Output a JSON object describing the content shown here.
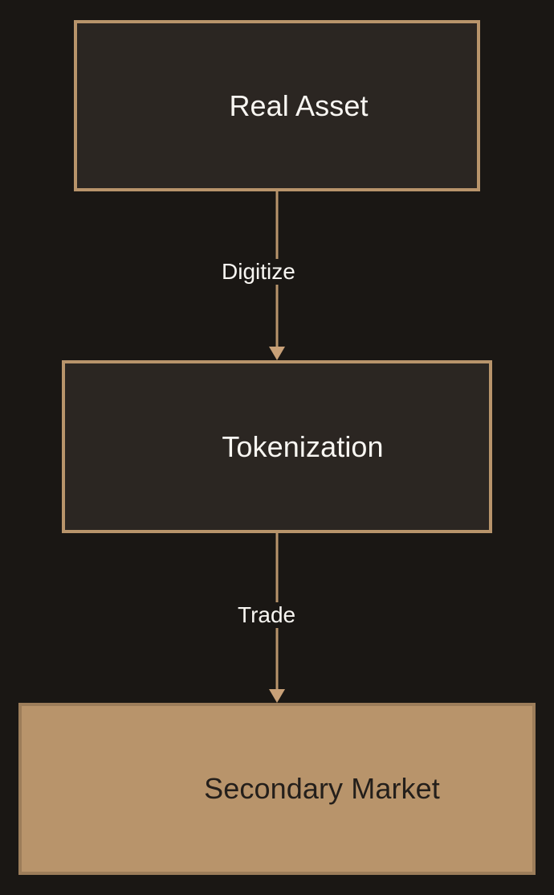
{
  "diagram": {
    "type": "flowchart",
    "orientation": "top-to-bottom",
    "background_color": "#1a1714",
    "accent_color": "#b8946b",
    "nodes": [
      {
        "id": "real-asset",
        "label": "Real Asset",
        "fill_color": "#2b2622",
        "border_color": "#b8946b",
        "text_color": "#f8f6f2"
      },
      {
        "id": "tokenization",
        "label": "Tokenization",
        "fill_color": "#2b2622",
        "border_color": "#b8946b",
        "text_color": "#f8f6f2"
      },
      {
        "id": "secondary-market",
        "label": "Secondary Market",
        "fill_color": "#b8946b",
        "border_color": "#9c7d5a",
        "text_color": "#241f1b"
      }
    ],
    "edges": [
      {
        "id": "digitize",
        "label": "Digitize",
        "from": "real-asset",
        "to": "tokenization",
        "color": "#b8946b"
      },
      {
        "id": "trade",
        "label": "Trade",
        "from": "tokenization",
        "to": "secondary-market",
        "color": "#b8946b"
      }
    ]
  }
}
